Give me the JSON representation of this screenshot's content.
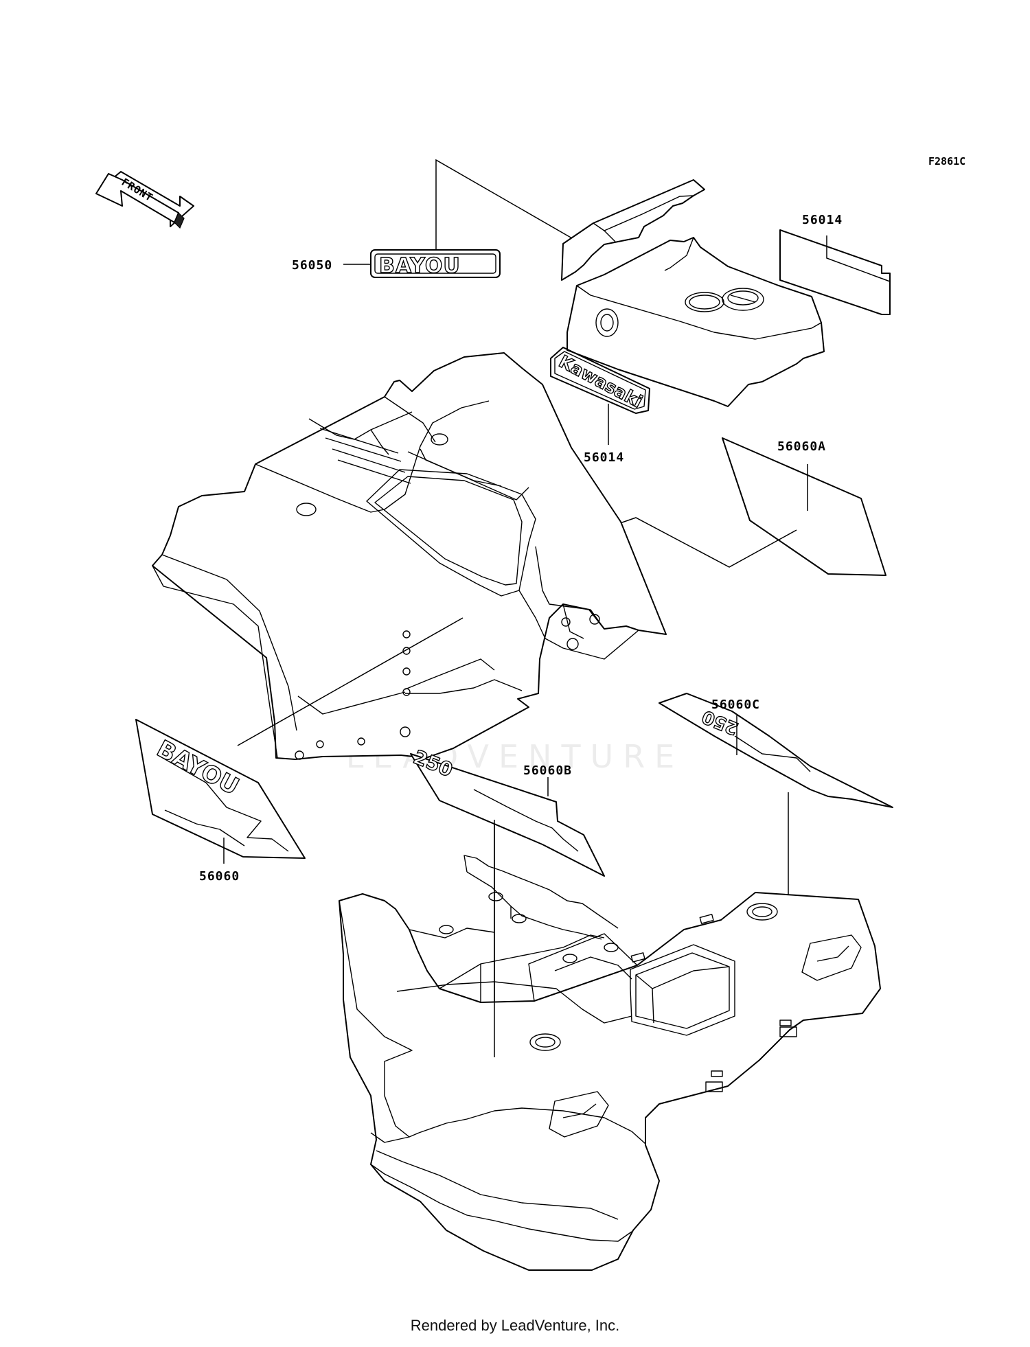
{
  "figure_code": "F2861C",
  "front_label": "FRONT",
  "brand_logos": {
    "bayou": "BAYOU",
    "kawasaki": "Kawasaki",
    "model_250": "250"
  },
  "callouts": [
    {
      "id": "56014-top",
      "label": "56014"
    },
    {
      "id": "56050",
      "label": "56050"
    },
    {
      "id": "56014-mid",
      "label": "56014"
    },
    {
      "id": "56060A",
      "label": "56060A"
    },
    {
      "id": "56060C",
      "label": "56060C"
    },
    {
      "id": "56060B",
      "label": "56060B"
    },
    {
      "id": "56060",
      "label": "56060"
    }
  ],
  "watermark": "LEADVENTURE",
  "footer": "Rendered by LeadVenture, Inc."
}
